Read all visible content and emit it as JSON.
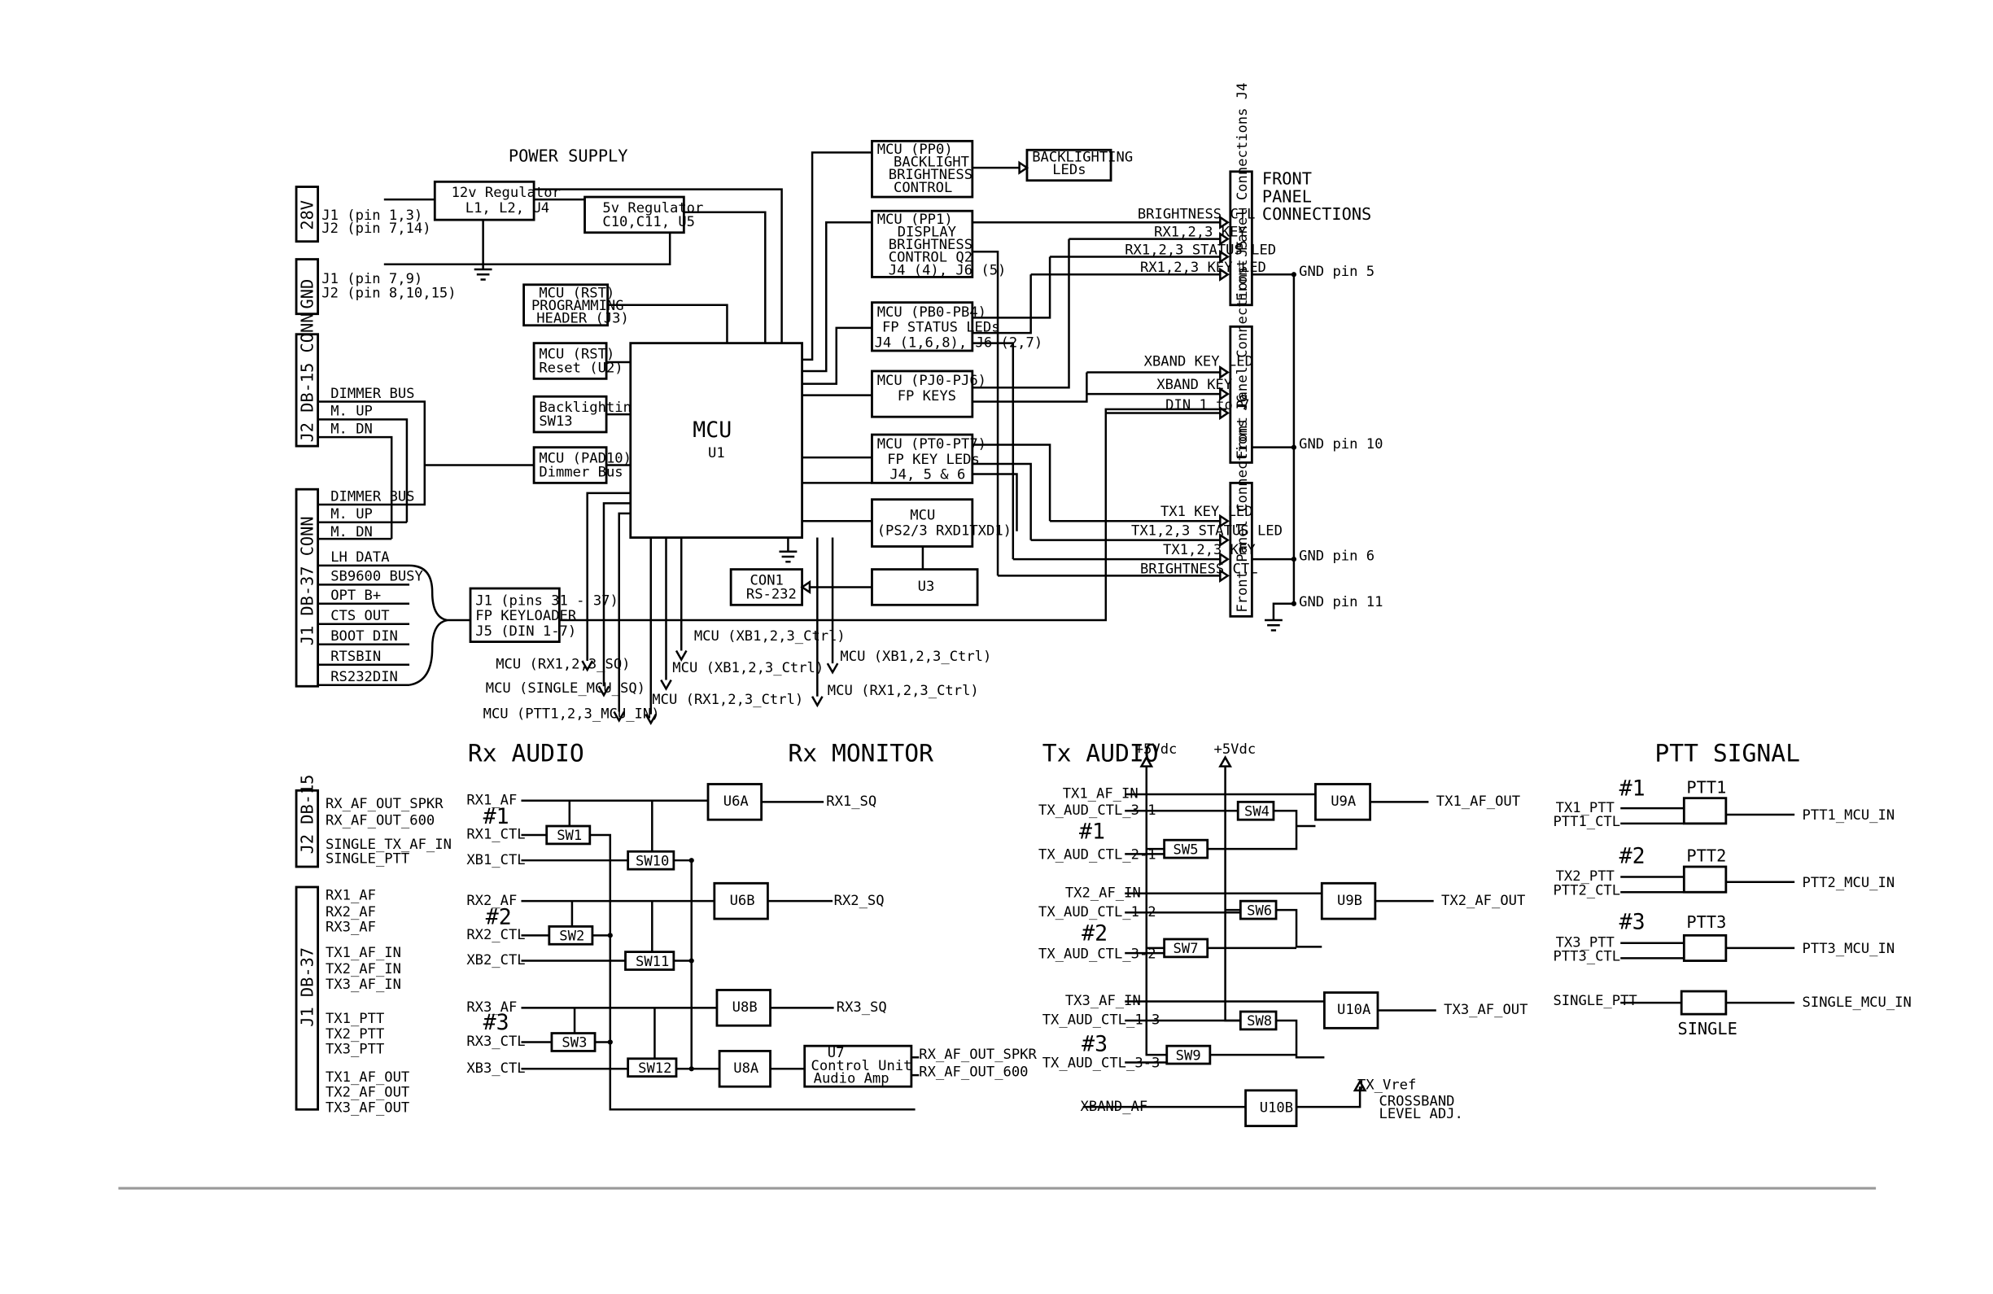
{
  "diagram": {
    "sections": {
      "power_supply": "POWER SUPPLY",
      "rx_audio": "Rx AUDIO",
      "rx_monitor": "Rx MONITOR",
      "tx_audio": "Tx AUDIO",
      "ptt_signal": "PTT SIGNAL",
      "front_panel": [
        "FRONT",
        "PANEL",
        "CONNECTIONS"
      ]
    },
    "connectors": {
      "v28": "28V",
      "gnd": "GND",
      "j2_db15_conn": "J2 DB-15 CONN",
      "j1_db37_conn": "J1 DB-37 CONN",
      "j2_db15": "J2 DB-15",
      "j1_db37": "J1 DB-37",
      "fp_j4": "Front Panel Connections J4",
      "fp_j5": "Front Panel Connections J5",
      "fp_j6": "Front Panel Connections J6"
    },
    "power": {
      "v28_pins": [
        "J1 (pin 1,3)",
        "J2 (pin 7,14)"
      ],
      "gnd_pins": [
        "J1 (pin 7,9)",
        "J2 (pin 8,10,15)"
      ],
      "reg12": [
        "12v Regulator",
        "L1, L2, U4"
      ],
      "reg5": [
        "5v Regulator",
        "C10,C11, U5"
      ]
    },
    "mcu": {
      "name": "MCU",
      "ref": "U1"
    },
    "left_blocks": {
      "prog_header": [
        "MCU (RST)",
        "PROGRAMMING",
        "HEADER (J3)"
      ],
      "reset": [
        "MCU (RST)",
        "Reset (U2)"
      ],
      "backlighting": [
        "Backlighting",
        "SW13"
      ],
      "dimmer": [
        "MCU (PAD10)",
        "Dimmer Bus"
      ]
    },
    "right_blocks": {
      "pp0": [
        "MCU (PP0)",
        "BACKLIGHT",
        "BRIGHTNESS",
        "CONTROL"
      ],
      "backlight_leds": [
        "BACKLIGHTING",
        "LEDs"
      ],
      "pp1": [
        "MCU (PP1)",
        "DISPLAY",
        "BRIGHTNESS",
        "CONTROL Q2",
        "J4 (4), J6 (5)"
      ],
      "pb": [
        "MCU (PB0-PB4)",
        "FP STATUS LEDs",
        "J4 (1,6,8), J6 (2,7)"
      ],
      "pj": [
        "MCU (PJ0-PJ6)",
        "FP KEYS"
      ],
      "pt": [
        "MCU (PT0-PT7)",
        "FP KEY LEDs",
        "J4, 5 & 6"
      ],
      "ps": [
        "MCU",
        "(PS2/3 RXD1TXD1)"
      ],
      "u3": "U3",
      "con1": [
        "CON1",
        "RS-232"
      ]
    },
    "fp_signals": {
      "j4": [
        "BRIGHTNESS CTL",
        "RX1,2,3 KEY",
        "RX1,2,3 STATUS LED",
        "RX1,2,3 KEY LED"
      ],
      "j5": [
        "XBAND KEY LED",
        "XBAND KEY",
        "DIN 1 to 7"
      ],
      "j6": [
        "TX1 KEY LED",
        "TX1,2,3 STATUS LED",
        "TX1,2,3 KEY",
        "BRIGHTNESS CTL"
      ],
      "gnd_pins": [
        "GND pin 5",
        "GND pin 10",
        "GND pin 6",
        "GND pin 11"
      ]
    },
    "dimmer_signals": {
      "j2": [
        "DIMMER BUS",
        "M. UP",
        "M. DN"
      ],
      "j1": [
        "DIMMER BUS",
        "M. UP",
        "M. DN"
      ]
    },
    "j1_signals": [
      "LH DATA",
      "SB9600 BUSY",
      "OPT B+",
      "CTS OUT",
      "BOOT DIN",
      "RTSBIN",
      "RS232DIN"
    ],
    "keyloader": [
      "J1 (pins 31 - 37)",
      "FP KEYLOADER",
      "J5 (DIN 1-7)"
    ],
    "mcu_ports": [
      "MCU (RX1,2,3_SQ)",
      "MCU (SINGLE_MCU_SQ)",
      "MCU (PTT1,2,3_MCU_IN)",
      "MCU (RX1,2,3_Ctrl)",
      "MCU (XB1,2,3_Ctrl)",
      "MCU (XB1,2,3_Ctrl)",
      "MCU (XB1,2,3_Ctrl)",
      "MCU (RX1,2,3_Ctrl)"
    ],
    "conn_signals": {
      "j2": [
        "RX_AF_OUT_SPKR",
        "RX_AF_OUT_600",
        "SINGLE_TX_AF_IN",
        "SINGLE_PTT"
      ],
      "j1": [
        "RX1_AF",
        "RX2_AF",
        "RX3_AF",
        "TX1_AF_IN",
        "TX2_AF_IN",
        "TX3_AF_IN",
        "TX1_PTT",
        "TX2_PTT",
        "TX3_PTT",
        "TX1_AF_OUT",
        "TX2_AF_OUT",
        "TX3_AF_OUT"
      ]
    },
    "rx": {
      "inputs": [
        "RX1_AF",
        "RX1_CTL",
        "XB1_CTL",
        "RX2_AF",
        "RX2_CTL",
        "XB2_CTL",
        "RX3_AF",
        "RX3_CTL",
        "XB3_CTL"
      ],
      "numbers": [
        "#1",
        "#2",
        "#3"
      ],
      "switches": [
        "SW1",
        "SW10",
        "SW2",
        "SW11",
        "SW3",
        "SW12"
      ],
      "amps": [
        "U6A",
        "U6B",
        "U8B",
        "U8A"
      ],
      "outputs": [
        "RX1_SQ",
        "RX2_SQ",
        "RX3_SQ"
      ],
      "u7": [
        "U7",
        "Control Unit",
        "Audio Amp"
      ],
      "u7_outputs": [
        "RX_AF_OUT_SPKR",
        "RX_AF_OUT_600"
      ]
    },
    "tx": {
      "vdc": [
        "+5Vdc",
        "+5Vdc"
      ],
      "inputs": [
        "TX1_AF_IN",
        "TX_AUD_CTL_3-1",
        "TX_AUD_CTL_2-1",
        "TX2_AF_IN",
        "TX_AUD_CTL_1-2",
        "TX_AUD_CTL_3-2",
        "TX3_AF_IN",
        "TX_AUD_CTL_1-3",
        "TX_AUD_CTL_3-3"
      ],
      "numbers": [
        "#1",
        "#2",
        "#3"
      ],
      "switches": [
        "SW4",
        "SW5",
        "SW6",
        "SW7",
        "SW8",
        "SW9"
      ],
      "amps": [
        "U9A",
        "U9B",
        "U10A",
        "U10B"
      ],
      "outputs": [
        "TX1_AF_OUT",
        "TX2_AF_OUT",
        "TX3_AF_OUT"
      ],
      "xband": "XBAND_AF",
      "vref": "TX_Vref",
      "crossband": [
        "CROSSBAND",
        "LEVEL ADJ."
      ]
    },
    "ptt": {
      "numbers": [
        "#1",
        "#2",
        "#3"
      ],
      "labels": [
        "PTT1",
        "PTT2",
        "PTT3",
        "SINGLE"
      ],
      "inputs": [
        [
          "TX1_PTT",
          "PTT1_CTL"
        ],
        [
          "TX2_PTT",
          "PTT2_CTL"
        ],
        [
          "TX3_PTT",
          "PTT3_CTL"
        ],
        [
          "SINGLE_PTT"
        ]
      ],
      "outputs": [
        "PTT1_MCU_IN",
        "PTT2_MCU_IN",
        "PTT3_MCU_IN",
        "SINGLE_MCU_IN"
      ]
    }
  }
}
